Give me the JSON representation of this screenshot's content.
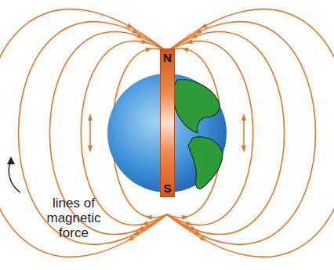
{
  "diagram": {
    "nodes": [
      {
        "text": [
          "N",
          "S"
        ]
      }
    ],
    "labels": [
      "lines of magnetic force"
    ]
  }
}
